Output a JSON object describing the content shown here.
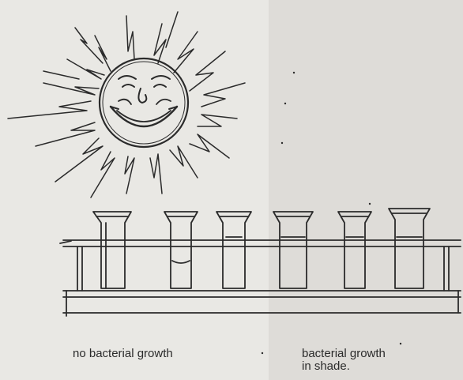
{
  "captions": {
    "sunlit": "no bacterial growth",
    "shade_line1": "bacterial growth",
    "shade_line2": "in shade."
  },
  "colors": {
    "background": "#e9e8e4",
    "shade": "#dedcd8",
    "ink": "#2b2b2b"
  },
  "icons": [
    "sun-icon",
    "test-tube-icon",
    "tube-rack-icon"
  ],
  "tubes": {
    "count": 6
  }
}
